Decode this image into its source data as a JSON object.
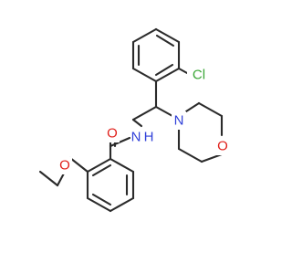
{
  "molecule": {
    "atoms": {
      "chlorine": {
        "label": "Cl",
        "color": "#3aa636"
      },
      "morpholine_nitrogen": {
        "label": "N",
        "color": "#2f3fd8"
      },
      "morpholine_oxygen": {
        "label": "O",
        "color": "#e0201b"
      },
      "amide_nitrogen": {
        "label": "N",
        "color": "#2f3fd8"
      },
      "amide_hydrogen": {
        "label": "H",
        "color": "#2f3fd8"
      },
      "carbonyl_oxygen": {
        "label": "O",
        "color": "#e0201b"
      },
      "ether_oxygen": {
        "label": "O",
        "color": "#e0201b"
      }
    },
    "bond_color": "#2b2b2b"
  }
}
